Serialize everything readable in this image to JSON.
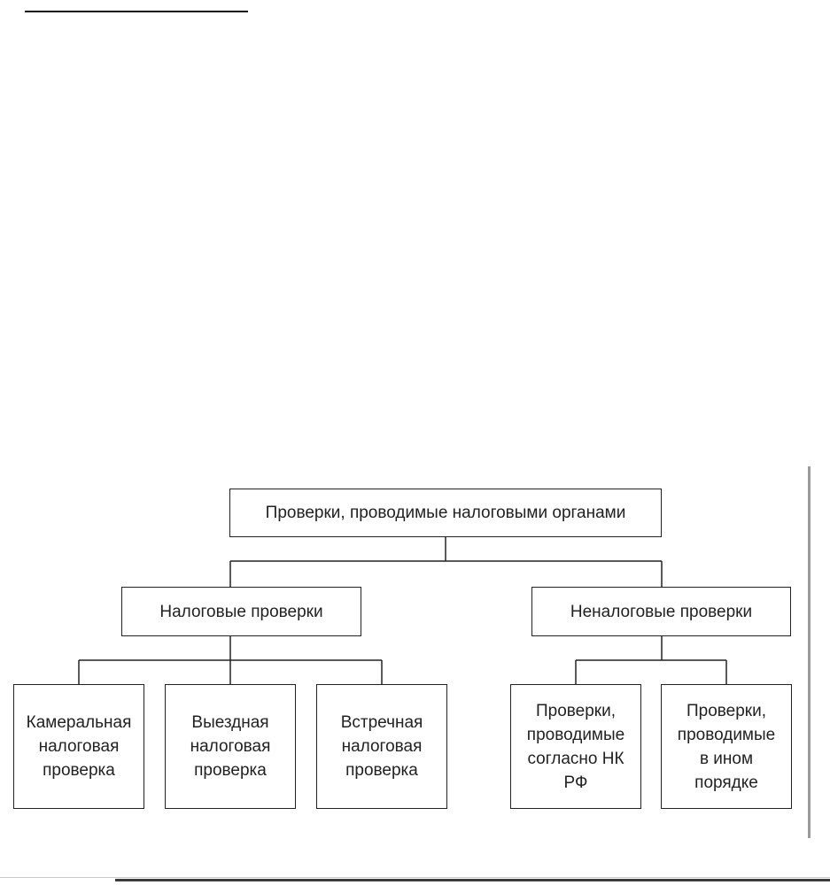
{
  "diagram": {
    "root": "Проверки, проводимые налоговыми органами",
    "left": {
      "label": "Налоговые проверки",
      "children": [
        "Камеральная\nналоговая\nпроверка",
        "Выездная\nналоговая\nпроверка",
        "Встречная\nналоговая\nпроверка"
      ]
    },
    "right": {
      "label": "Неналоговые проверки",
      "children": [
        "Проверки,\nпроводимые\nсогласно НК\nРФ",
        "Проверки,\nпроводимые\nв ином\nпорядке"
      ]
    }
  }
}
